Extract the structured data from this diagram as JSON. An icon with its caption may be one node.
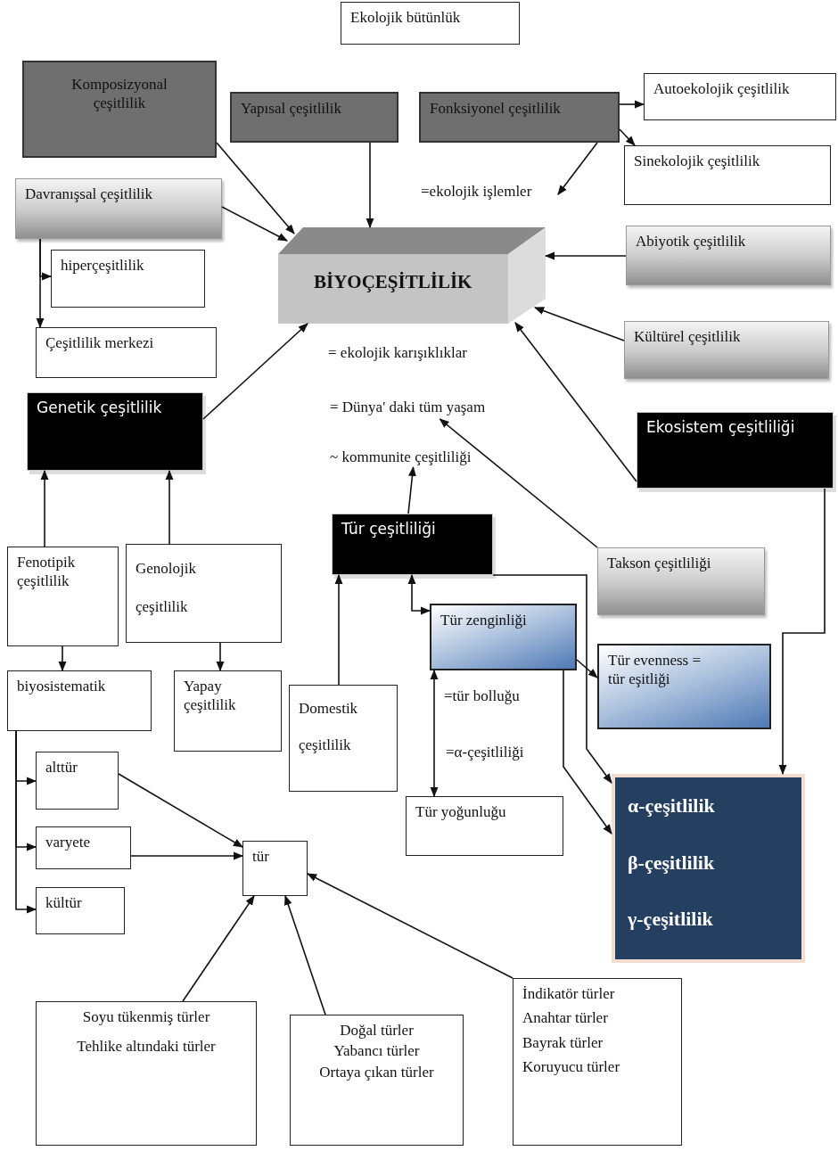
{
  "diagram": {
    "nodes": [
      {
        "text": [
          "Ekolojik bütünlük"
        ]
      },
      {
        "text": [
          "Komposizyonal çeşitlilik"
        ]
      },
      {
        "text": [
          "Yapısal çeşitlilik"
        ]
      },
      {
        "text": [
          "Fonksiyonel çeşitlilik"
        ]
      },
      {
        "text": [
          "Autoekolojik çeşitlilik"
        ]
      },
      {
        "text": [
          "Sinekolojik çeşitlilik"
        ]
      },
      {
        "text": [
          "=ekolojik işlemler"
        ]
      },
      {
        "text": [
          "Davranışsal çeşitlilik"
        ]
      },
      {
        "text": [
          "BİYOÇEŞİTLİLİK"
        ]
      },
      {
        "text": [
          "Abiyotik çeşitlilik"
        ]
      },
      {
        "text": [
          "hiperçeşitlilik"
        ]
      },
      {
        "text": [
          "Çeşitlilik merkezi"
        ]
      },
      {
        "text": [
          "Kültürel çeşitlilik"
        ]
      },
      {
        "text": [
          "Genetik çeşitlilik"
        ]
      },
      {
        "text": [
          "= Dünya' daki tüm yaşam"
        ]
      },
      {
        "text": [
          "Ekosistem çeşitliliği"
        ]
      },
      {
        "text": [
          "~ kommunite çeşitliliği"
        ]
      },
      {
        "text": [
          "Tür çeşitliliği"
        ]
      },
      {
        "text": [
          "Fenotipik çeşitlilik"
        ]
      },
      {
        "text": [
          "Genolojik çeşitlilik"
        ]
      },
      {
        "text": [
          "Takson çeşitliliği"
        ]
      },
      {
        "text": [
          "Tür zenginliği"
        ]
      },
      {
        "text": [
          "Tür evenness = tür eşitliği"
        ]
      },
      {
        "text": [
          "biyosistematik"
        ]
      },
      {
        "text": [
          "Yapay çeşitlilik"
        ]
      },
      {
        "text": [
          "Domestik çeşitlilik"
        ]
      },
      {
        "text": [
          "alttür"
        ]
      },
      {
        "text": [
          "α-çeşitlilik",
          "β-çeşitlilik",
          "γ-çeşitlilik"
        ]
      },
      {
        "text": [
          "Tür yoğunluğu"
        ]
      },
      {
        "text": [
          "varyete"
        ]
      },
      {
        "text": [
          "tür"
        ]
      },
      {
        "text": [
          "kültür"
        ]
      },
      {
        "text": [
          "İndikatör türler",
          "Anahtar türler",
          "Bayrak türler",
          "Koruyucu türler"
        ]
      },
      {
        "text": [
          "Soyu tükenmiş türler",
          "Tehlike altındaki türler"
        ]
      },
      {
        "text": [
          "Doğal türler",
          "Yabancı türler",
          "Ortaya çıkan türler"
        ]
      }
    ],
    "edges": [
      {
        "from": 1,
        "to": 8,
        "arrow": "to"
      },
      {
        "from": 2,
        "to": 8,
        "arrow": "to"
      },
      {
        "from": 3,
        "to": 4,
        "arrow": "to"
      },
      {
        "from": 3,
        "to": 5,
        "arrow": "to"
      },
      {
        "from": 3,
        "to": 6,
        "arrow": "to"
      },
      {
        "from": 7,
        "to": 8,
        "arrow": "to"
      },
      {
        "from": 7,
        "to": 10,
        "arrow": "to"
      },
      {
        "from": 7,
        "to": 11,
        "arrow": "to"
      },
      {
        "from": 9,
        "to": 8,
        "arrow": "to"
      },
      {
        "from": 12,
        "to": 8,
        "arrow": "to"
      },
      {
        "from": 13,
        "to": 8,
        "arrow": "to"
      },
      {
        "from": 15,
        "to": 8,
        "arrow": "to"
      },
      {
        "from": 15,
        "to": 27,
        "arrow": "to"
      },
      {
        "from": 20,
        "to": 14,
        "arrow": "to"
      },
      {
        "from": 17,
        "to": 16,
        "arrow": "to"
      },
      {
        "from": 18,
        "to": 13,
        "arrow": "to"
      },
      {
        "from": 19,
        "to": 13,
        "arrow": "to"
      },
      {
        "from": 18,
        "to": 23,
        "arrow": "to"
      },
      {
        "from": 19,
        "to": 24,
        "arrow": "to"
      },
      {
        "from": 25,
        "to": 17,
        "arrow": "to"
      },
      {
        "from": 17,
        "to": 21,
        "arrow": "both"
      },
      {
        "from": 21,
        "to": 22,
        "arrow": "to"
      },
      {
        "from": 21,
        "to": 27,
        "arrow": "to"
      },
      {
        "from": 17,
        "to": 27,
        "arrow": "to"
      },
      {
        "from": 21,
        "to": 28,
        "arrow": "both"
      },
      {
        "from": 23,
        "to": 26,
        "arrow": "to"
      },
      {
        "from": 23,
        "to": 29,
        "arrow": "to"
      },
      {
        "from": 23,
        "to": 31,
        "arrow": "to"
      },
      {
        "from": 26,
        "to": 30,
        "arrow": "to"
      },
      {
        "from": 29,
        "to": 30,
        "arrow": "to"
      },
      {
        "from": 33,
        "to": 30,
        "arrow": "to"
      },
      {
        "from": 34,
        "to": 30,
        "arrow": "to"
      },
      {
        "from": 32,
        "to": 30,
        "arrow": "to"
      }
    ],
    "labels": [
      "= ekolojik karışıklıklar",
      "=tür bolluğu",
      "=α-çeşitliliği"
    ]
  }
}
